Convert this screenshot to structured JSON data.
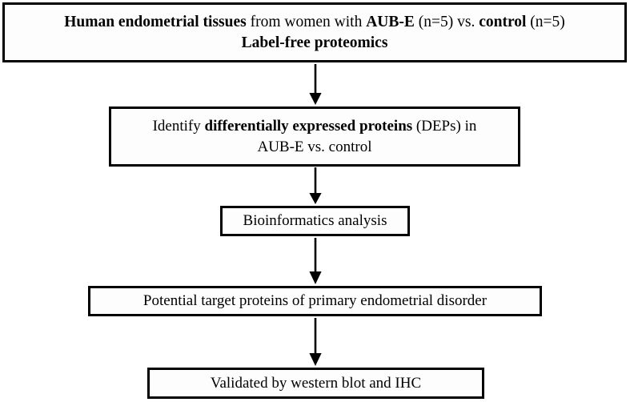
{
  "diagram": {
    "title": "Study workflow flowchart",
    "type": "vertical-flowchart",
    "colors": {
      "border": "#000000",
      "box_fill": "#fdfdfd",
      "text": "#000000",
      "arrow": "#000000",
      "background": "#ffffff"
    },
    "nodes": [
      {
        "id": "node-1",
        "name": "study-population",
        "lines": [
          {
            "segments": [
              {
                "text": "Human endometrial tissues ",
                "bold": true
              },
              {
                "text": "from women with ",
                "bold": false
              },
              {
                "text": "AUB-E ",
                "bold": true
              },
              {
                "text": "(n=5) vs. ",
                "bold": false
              },
              {
                "text": "control ",
                "bold": true
              },
              {
                "text": "(n=5)",
                "bold": false
              }
            ],
            "plain": "Human endometrial tissues from women with AUB-E (n=5) vs. control (n=5)"
          },
          {
            "segments": [
              {
                "text": "Label-free proteomics",
                "bold": true
              }
            ],
            "plain": "Label-free proteomics"
          }
        ]
      },
      {
        "id": "node-2",
        "name": "identify-deps",
        "lines": [
          {
            "segments": [
              {
                "text": "Identify ",
                "bold": false
              },
              {
                "text": "differentially expressed proteins ",
                "bold": true
              },
              {
                "text": "(DEPs) in",
                "bold": false
              }
            ],
            "plain": "Identify differentially expressed proteins (DEPs) in"
          },
          {
            "segments": [
              {
                "text": "AUB-E vs. control",
                "bold": false
              }
            ],
            "plain": "AUB-E vs. control"
          }
        ]
      },
      {
        "id": "node-3",
        "name": "bioinformatics-analysis",
        "lines": [
          {
            "segments": [
              {
                "text": "Bioinformatics analysis",
                "bold": false
              }
            ],
            "plain": "Bioinformatics analysis"
          }
        ]
      },
      {
        "id": "node-4",
        "name": "potential-target-proteins",
        "lines": [
          {
            "segments": [
              {
                "text": "Potential target proteins of primary endometrial disorder",
                "bold": false
              }
            ],
            "plain": "Potential target proteins of primary endometrial disorder"
          }
        ]
      },
      {
        "id": "node-5",
        "name": "validation",
        "lines": [
          {
            "segments": [
              {
                "text": "Validated by western blot and IHC",
                "bold": false
              }
            ],
            "plain": "Validated by western blot and IHC"
          }
        ]
      }
    ],
    "connectors": [
      {
        "id": "arrow-1",
        "from": "node-1",
        "to": "node-2",
        "direction": "down",
        "style": "solid-filled-head"
      },
      {
        "id": "arrow-2",
        "from": "node-2",
        "to": "node-3",
        "direction": "down",
        "style": "solid-filled-head"
      },
      {
        "id": "arrow-3",
        "from": "node-3",
        "to": "node-4",
        "direction": "down",
        "style": "solid-filled-head"
      },
      {
        "id": "arrow-4",
        "from": "node-4",
        "to": "node-5",
        "direction": "down",
        "style": "solid-filled-head"
      }
    ]
  }
}
